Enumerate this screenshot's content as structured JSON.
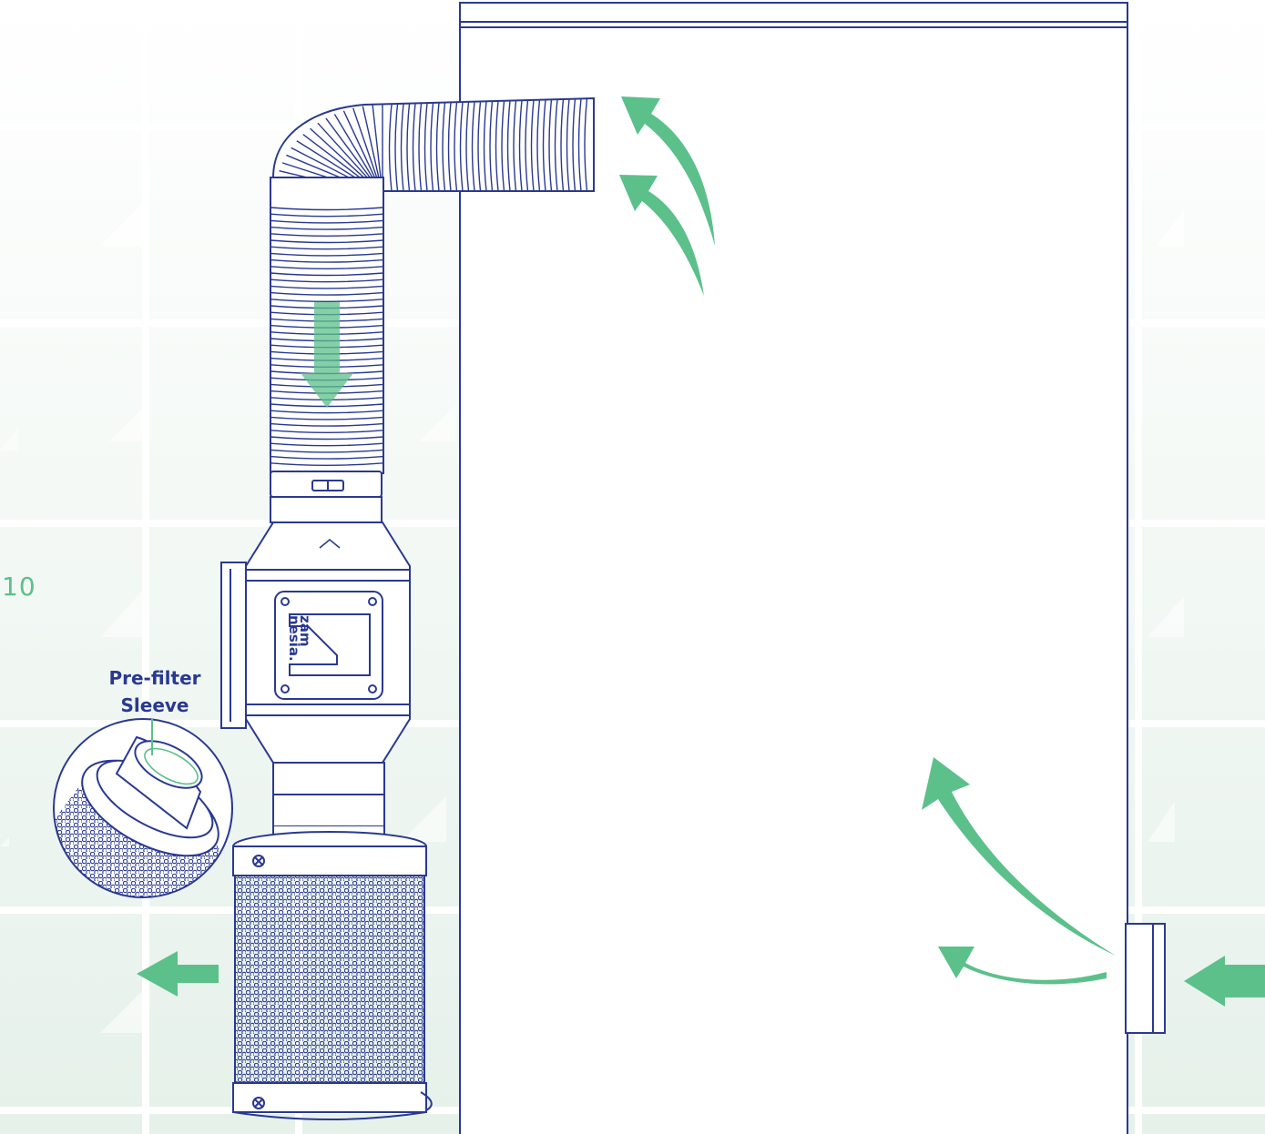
{
  "step_number": "10",
  "callout": {
    "line1": "Pre-filter",
    "line2": "Sleeve"
  },
  "fan_brand": {
    "line1": "zam",
    "line2": "nesia."
  },
  "colors": {
    "line": "#2a3990",
    "arrow": "#5cc08a",
    "background_tile": "#e9f3ec"
  }
}
